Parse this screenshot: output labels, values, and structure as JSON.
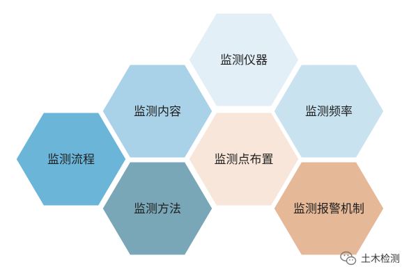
{
  "diagram": {
    "cells": [
      {
        "id": "instrument",
        "label": "监测仪器",
        "color": "#E3EFF7"
      },
      {
        "id": "content",
        "label": "监测内容",
        "color": "#A9D1E7"
      },
      {
        "id": "frequency",
        "label": "监测频率",
        "color": "#C8E2F0"
      },
      {
        "id": "process",
        "label": "监测流程",
        "color": "#6BB6D8"
      },
      {
        "id": "layout",
        "label": "监测点布置",
        "color": "#F7E6D9"
      },
      {
        "id": "method",
        "label": "监测方法",
        "color": "#7AA7B7"
      },
      {
        "id": "alarm",
        "label": "监测报警机制",
        "color": "#E5B997"
      }
    ]
  },
  "watermark": {
    "text": "土木检测",
    "icon": "wechat-icon"
  }
}
